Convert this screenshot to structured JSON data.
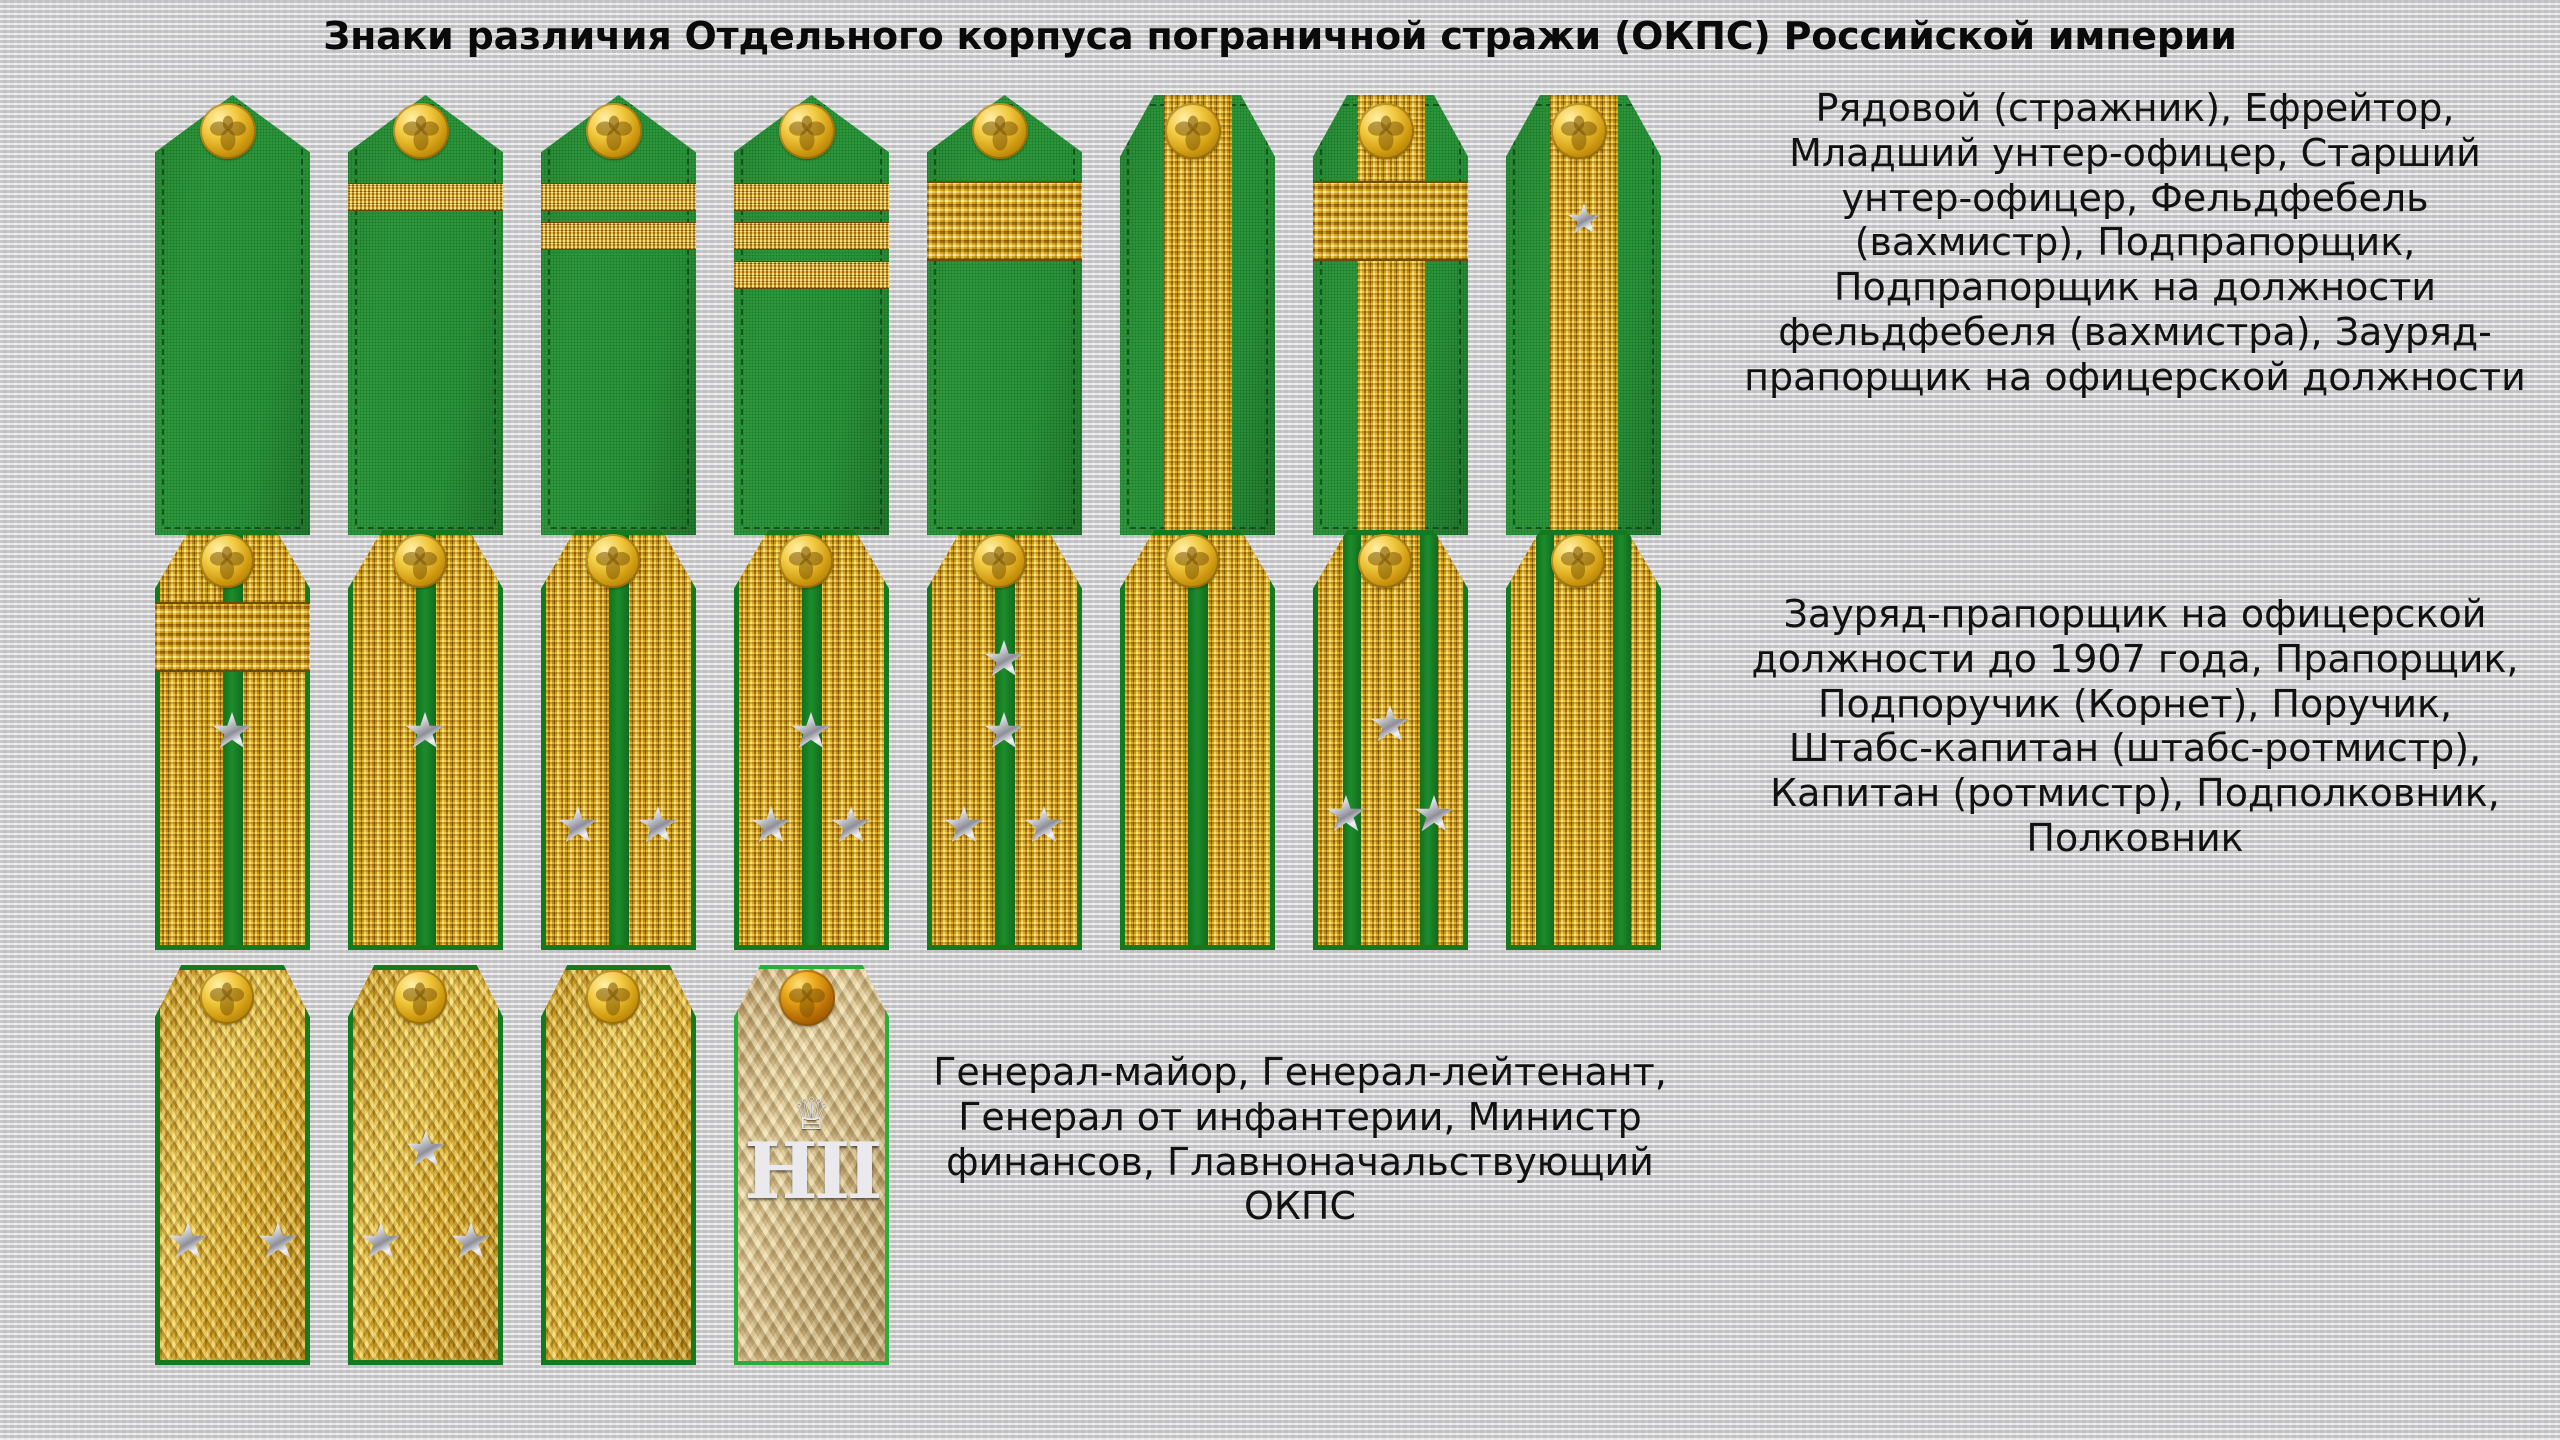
{
  "title": "Знаки различия Отдельного корпуса пограничной стражи (ОКПС) Российской империи",
  "captions": {
    "soldiers": "Рядовой (стражник), Ефрейтор, Младший унтер-офицер, Старший унтер-офицер, Фельдфебель (вахмистр), Подпрапорщик, Подпрапорщик на должности фельдфебеля (вахмистра), Зауряд-прапорщик на офицерской должности",
    "officers": "Зауряд-прапорщик на офицерской должности до 1907 года, Прапорщик, Подпоручик (Корнет), Поручик, Штабс-капитан (штабс-ротмистр), Капитан (ротмистр), Подполковник, Полковник",
    "generals": "Генерал-майор, Генерал-лейтенант, Генерал от инфантерии, Министр финансов, Главноначальствующий ОКПС"
  },
  "colors": {
    "field_green": "#1d8a2d",
    "piping_green": "#137a20",
    "gold": "#e3b527",
    "silver": "#dcdce2",
    "background": "#d4d4d5",
    "text": "#111111"
  },
  "rows": [
    {
      "name": "lower-ranks",
      "boards": [
        {
          "rank": "Рядовой (стражник)",
          "field": "green",
          "lace_stripes": 0,
          "wide_galloon": false,
          "vertical_galloon": false,
          "stars": 0
        },
        {
          "rank": "Ефрейтор",
          "field": "green",
          "lace_stripes": 1,
          "wide_galloon": false,
          "vertical_galloon": false,
          "stars": 0
        },
        {
          "rank": "Младший унтер-офицер",
          "field": "green",
          "lace_stripes": 2,
          "wide_galloon": false,
          "vertical_galloon": false,
          "stars": 0
        },
        {
          "rank": "Старший унтер-офицер",
          "field": "green",
          "lace_stripes": 3,
          "wide_galloon": false,
          "vertical_galloon": false,
          "stars": 0
        },
        {
          "rank": "Фельдфебель (вахмистр)",
          "field": "green",
          "lace_stripes": 0,
          "wide_galloon": true,
          "vertical_galloon": false,
          "stars": 0
        },
        {
          "rank": "Подпрапорщик",
          "field": "green",
          "lace_stripes": 0,
          "wide_galloon": false,
          "vertical_galloon": true,
          "stars": 0
        },
        {
          "rank": "Подпрапорщик на должности фельдфебеля (вахмистра)",
          "field": "green",
          "lace_stripes": 0,
          "wide_galloon": true,
          "vertical_galloon": true,
          "stars": 0
        },
        {
          "rank": "Зауряд-прапорщик на офицерской должности",
          "field": "green",
          "lace_stripes": 0,
          "wide_galloon": false,
          "vertical_galloon": true,
          "stars": 1
        }
      ]
    },
    {
      "name": "officers",
      "boards": [
        {
          "rank": "Зауряд-прапорщик на офицерской должности до 1907 года",
          "field": "gold",
          "gaps": 1,
          "wide_galloon": true,
          "stars": 1
        },
        {
          "rank": "Прапорщик",
          "field": "gold",
          "gaps": 1,
          "wide_galloon": false,
          "stars": 1
        },
        {
          "rank": "Подпоручик (Корнет)",
          "field": "gold",
          "gaps": 1,
          "wide_galloon": false,
          "stars": 2
        },
        {
          "rank": "Поручик",
          "field": "gold",
          "gaps": 1,
          "wide_galloon": false,
          "stars": 3
        },
        {
          "rank": "Штабс-капитан (штабс-ротмистр)",
          "field": "gold",
          "gaps": 1,
          "wide_galloon": false,
          "stars": 4
        },
        {
          "rank": "Капитан (ротмистр)",
          "field": "gold",
          "gaps": 1,
          "wide_galloon": false,
          "stars": 0
        },
        {
          "rank": "Подполковник",
          "field": "gold",
          "gaps": 2,
          "wide_galloon": false,
          "stars": 3
        },
        {
          "rank": "Полковник",
          "field": "gold",
          "gaps": 2,
          "wide_galloon": false,
          "stars": 0
        }
      ]
    },
    {
      "name": "generals",
      "boards": [
        {
          "rank": "Генерал-майор",
          "field": "gold-zigzag",
          "stars": 2,
          "cypher": false
        },
        {
          "rank": "Генерал-лейтенант",
          "field": "gold-zigzag",
          "stars": 3,
          "cypher": false
        },
        {
          "rank": "Генерал от инфантерии",
          "field": "gold-zigzag",
          "stars": 0,
          "cypher": false
        },
        {
          "rank": "Министр финансов / Главноначальствующий ОКПС",
          "field": "gold-pale-zigzag",
          "stars": 0,
          "cypher": true,
          "cypher_crown": "♕",
          "cypher_letters": "НII"
        }
      ]
    }
  ]
}
